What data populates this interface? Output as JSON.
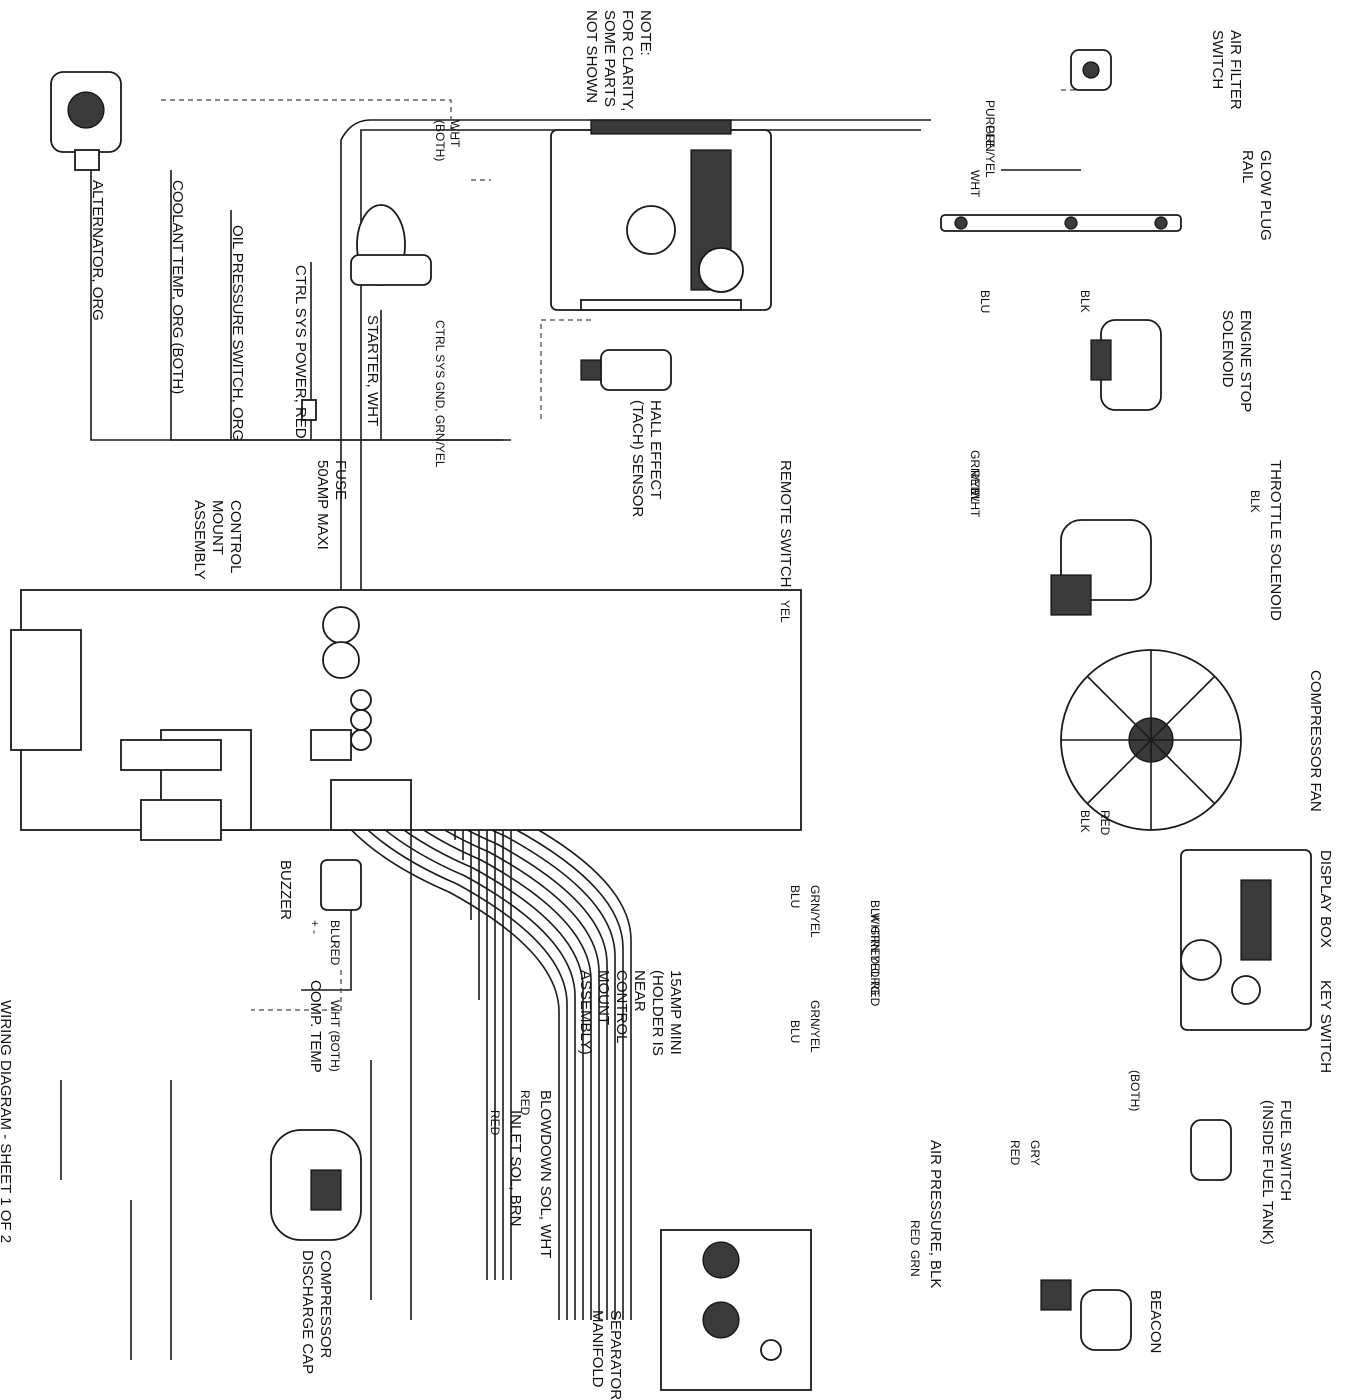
{
  "diagram": {
    "footer": "WIRING DIAGRAM - SHEET 1 OF 2",
    "note": [
      "NOTE:",
      "FOR CLARITY,",
      "SOME PARTS",
      "NOT SHOWN"
    ],
    "components": {
      "alternator": "ALTERNATOR, ORG",
      "coolant_temp": "COOLANT TEMP, ORG (BOTH)",
      "oil_pressure": "OIL PRESSURE SWITCH, ORG",
      "ctrl_sys_power": "CTRL SYS POWER, RED",
      "starter": "STARTER, WHT",
      "ctrl_sys_gnd": "CTRL SYS GND, GRN/YEL",
      "hall_effect": [
        "HALL EFFECT",
        "(TACH) SENSOR"
      ],
      "fuse_maxi": [
        "FUSE",
        "50AMP MAXI"
      ],
      "control_mount": [
        "CONTROL",
        "MOUNT",
        "ASSEMBLY"
      ],
      "remote_switch": "REMOTE SWITCH",
      "air_filter": [
        "AIR FILTER",
        "SWITCH"
      ],
      "glow_plug": [
        "GLOW PLUG",
        "RAIL"
      ],
      "engine_stop": [
        "ENGINE STOP",
        "SOLENOID"
      ],
      "throttle": "THROTTLE SOLENOID",
      "compressor_fan": "COMPRESSOR FAN",
      "display_box": "DISPLAY BOX",
      "key_switch": "KEY SWITCH",
      "fuel_switch": [
        "FUEL SWITCH",
        "(INSIDE FUEL TANK)"
      ],
      "beacon": "BEACON",
      "buzzer": "BUZZER",
      "comp_temp": "COMP. TEMP",
      "comp_discharge": [
        "COMPRESSOR",
        "DISCHARGE CAP"
      ],
      "separator": [
        "SEPARATOR",
        "MANIFOLD"
      ],
      "mini_fuse": [
        "15AMP MINI",
        "(HOLDER IS",
        "NEAR",
        "CONTROL",
        "MOUNT",
        "ASSEMBLY)"
      ],
      "blowdown": "BLOWDOWN SOL, WHT",
      "inlet": "INLET SOL, BRN",
      "air_pressure": "AIR PRESSURE, BLK"
    },
    "wire_labels": {
      "wht": "WHT",
      "both": "(BOTH)",
      "purple": "PURPLE",
      "grn_yel": "GRN/YEL",
      "blu": "BLU",
      "blk": "BLK",
      "red": "RED",
      "yel": "YEL",
      "grn": "GRN",
      "org": "ORG",
      "gry": "GRY",
      "wht_both": "WHT (BOTH)",
      "plus": "+",
      "minus": "-"
    }
  }
}
